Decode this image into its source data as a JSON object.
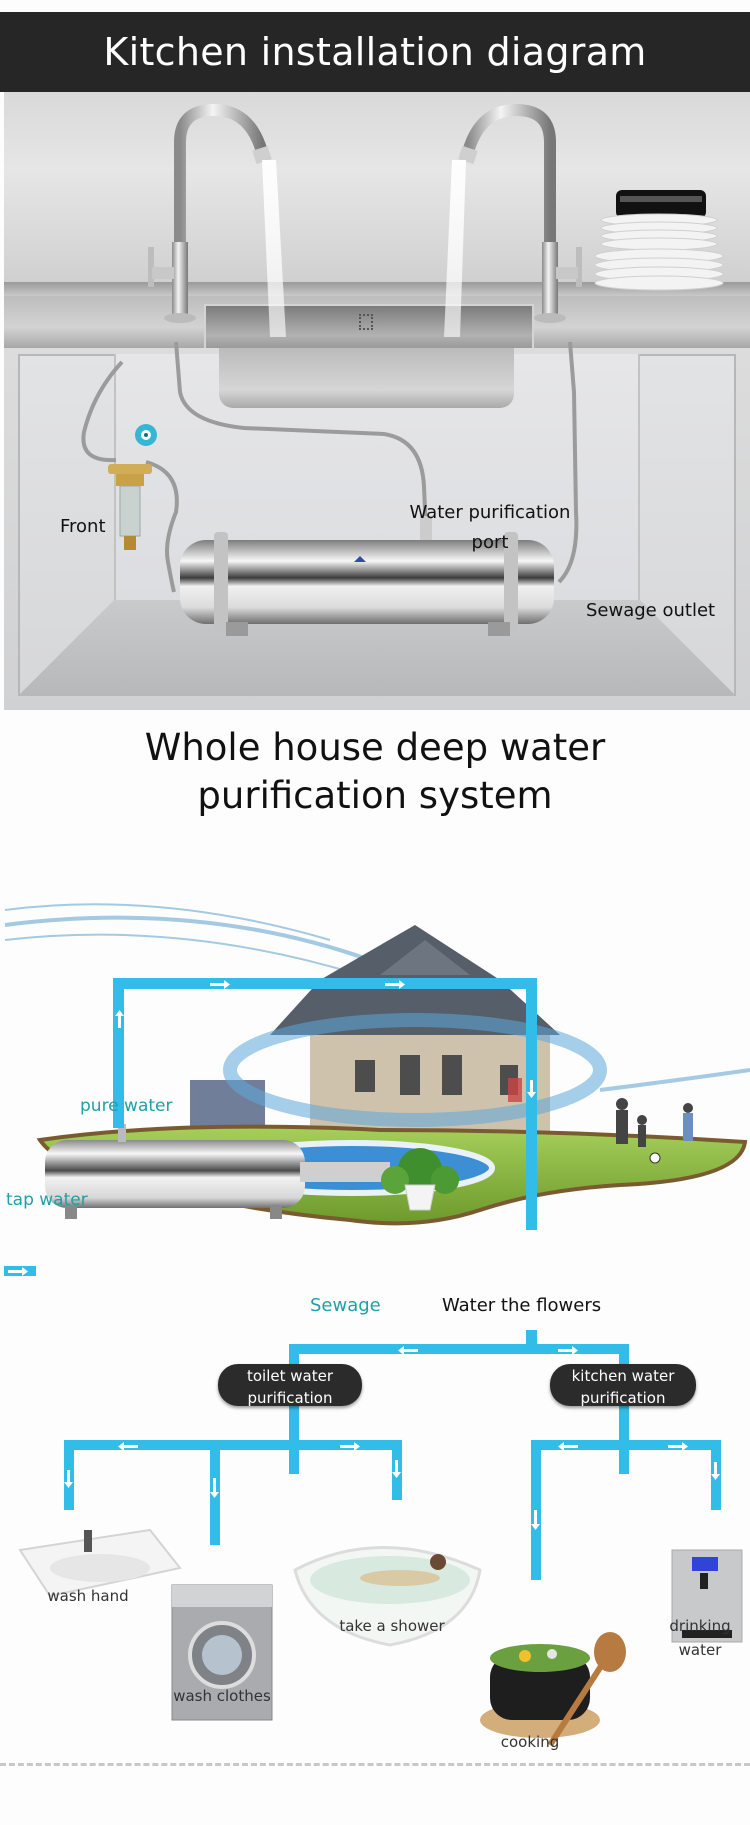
{
  "header": {
    "title": "Kitchen installation diagram"
  },
  "kitchen_diagram": {
    "labels": {
      "front": "Front",
      "water_purification_port_line1": "Water purification",
      "water_purification_port_line2": "port",
      "sewage_outlet": "Sewage outlet"
    },
    "colors": {
      "header_bg": "#262626",
      "counter": "#c4c4c4"
    }
  },
  "system_diagram": {
    "title_line1": "Whole house deep water",
    "title_line2": "purification system",
    "labels": {
      "pure_water": "pure water",
      "tap_water": "tap water",
      "sewage": "Sewage",
      "water_the_flowers": "Water the flowers"
    },
    "branches": [
      {
        "label_line1": "toilet water",
        "label_line2": "purification",
        "outlets": [
          {
            "label": "wash hand"
          },
          {
            "label": "wash clothes"
          },
          {
            "label": "take a shower"
          }
        ]
      },
      {
        "label_line1": "kitchen water",
        "label_line2": "purification",
        "outlets": [
          {
            "label": "cooking"
          },
          {
            "label_line1": "drinking",
            "label_line2": "water"
          }
        ]
      }
    ],
    "colors": {
      "pipe": "#31bde8",
      "label_teal": "#1f9fa7",
      "pill_bg": "#2b2b2b"
    }
  }
}
